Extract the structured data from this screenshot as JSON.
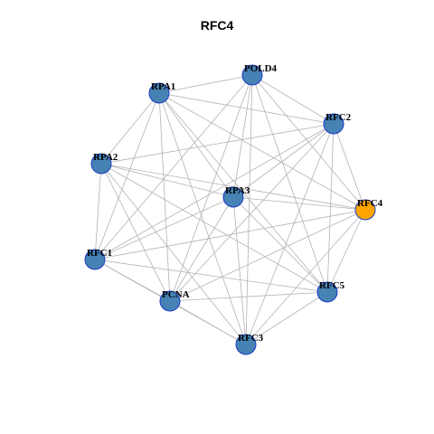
{
  "title": "RFC4",
  "colors": {
    "default_node": "#4682b4",
    "highlight_node": "#ffa500",
    "edge": "#b3b3b3",
    "node_border": "#1a3cc8"
  },
  "nodes": [
    {
      "id": "POLD4",
      "label": "POLD4",
      "highlight": false
    },
    {
      "id": "RPA1",
      "label": "RPA1",
      "highlight": false
    },
    {
      "id": "RFC2",
      "label": "RFC2",
      "highlight": false
    },
    {
      "id": "RPA2",
      "label": "RPA2",
      "highlight": false
    },
    {
      "id": "RPA3",
      "label": "RPA3",
      "highlight": false
    },
    {
      "id": "RFC4",
      "label": "RFC4",
      "highlight": true
    },
    {
      "id": "RFC1",
      "label": "RFC1",
      "highlight": false
    },
    {
      "id": "PCNA",
      "label": "PCNA",
      "highlight": false
    },
    {
      "id": "RFC5",
      "label": "RFC5",
      "highlight": false
    },
    {
      "id": "RFC3",
      "label": "RFC3",
      "highlight": false
    }
  ],
  "edges": [
    [
      "POLD4",
      "RPA1"
    ],
    [
      "POLD4",
      "RFC2"
    ],
    [
      "POLD4",
      "RPA3"
    ],
    [
      "POLD4",
      "RFC4"
    ],
    [
      "POLD4",
      "RFC1"
    ],
    [
      "POLD4",
      "PCNA"
    ],
    [
      "POLD4",
      "RFC5"
    ],
    [
      "POLD4",
      "RFC3"
    ],
    [
      "RPA1",
      "RPA2"
    ],
    [
      "RPA1",
      "RPA3"
    ],
    [
      "RPA1",
      "RFC4"
    ],
    [
      "RPA1",
      "RFC1"
    ],
    [
      "RPA1",
      "PCNA"
    ],
    [
      "RPA1",
      "RFC5"
    ],
    [
      "RPA1",
      "RFC3"
    ],
    [
      "RPA1",
      "RFC2"
    ],
    [
      "RFC2",
      "RPA2"
    ],
    [
      "RFC2",
      "RPA3"
    ],
    [
      "RFC2",
      "RFC4"
    ],
    [
      "RFC2",
      "RFC1"
    ],
    [
      "RFC2",
      "PCNA"
    ],
    [
      "RFC2",
      "RFC5"
    ],
    [
      "RFC2",
      "RFC3"
    ],
    [
      "RPA2",
      "RPA3"
    ],
    [
      "RPA2",
      "RFC4"
    ],
    [
      "RPA2",
      "RFC1"
    ],
    [
      "RPA2",
      "PCNA"
    ],
    [
      "RPA2",
      "RFC5"
    ],
    [
      "RPA2",
      "RFC3"
    ],
    [
      "RPA3",
      "RFC4"
    ],
    [
      "RPA3",
      "RFC1"
    ],
    [
      "RPA3",
      "PCNA"
    ],
    [
      "RPA3",
      "RFC5"
    ],
    [
      "RPA3",
      "RFC3"
    ],
    [
      "RFC4",
      "RFC1"
    ],
    [
      "RFC4",
      "PCNA"
    ],
    [
      "RFC4",
      "RFC5"
    ],
    [
      "RFC4",
      "RFC3"
    ],
    [
      "RFC1",
      "PCNA"
    ],
    [
      "RFC1",
      "RFC5"
    ],
    [
      "RFC1",
      "RFC3"
    ],
    [
      "PCNA",
      "RFC5"
    ],
    [
      "PCNA",
      "RFC3"
    ],
    [
      "RFC5",
      "RFC3"
    ]
  ]
}
